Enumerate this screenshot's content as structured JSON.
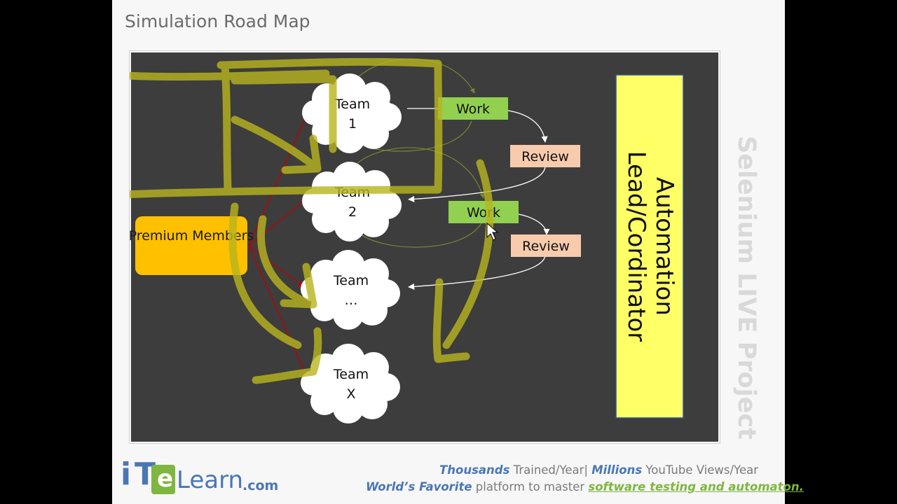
{
  "slide": {
    "title": "Simulation Road Map",
    "side_caption": "Selenium LIVE Project"
  },
  "diagram": {
    "premium": "Premium Members",
    "teams": [
      {
        "line1": "Team",
        "line2": "1"
      },
      {
        "line1": "Team",
        "line2": "2"
      },
      {
        "line1": "Team",
        "line2": "…"
      },
      {
        "line1": "Team",
        "line2": "X"
      }
    ],
    "work_label": "Work",
    "review_label": "Review",
    "coordinator": {
      "line1": "Automation",
      "line2": "Lead/Cordinator"
    }
  },
  "footer": {
    "logo_i": "i",
    "logo_t": "T",
    "logo_e": "e",
    "logo_learn": "Learn",
    "logo_com": ".com",
    "line1": {
      "thousands": "Thousands",
      "trained": " Trained/Year| ",
      "millions": "Millions",
      "views": " YouTube Views/Year"
    },
    "line2": {
      "worlds": "World’s Favorite",
      "platform": " platform to master ",
      "link": "software testing and automaton."
    }
  },
  "colors": {
    "canvas_bg": "#3d3d3d",
    "premium_box": "#ffc000",
    "work_box": "#92d050",
    "review_box": "#f8cbad",
    "coordinator_box": "#ffff66",
    "annotation_ink": "#b9b51e",
    "arrow_red": "#c00000",
    "logo_blue": "#4a77b4",
    "logo_green": "#7fb640"
  }
}
